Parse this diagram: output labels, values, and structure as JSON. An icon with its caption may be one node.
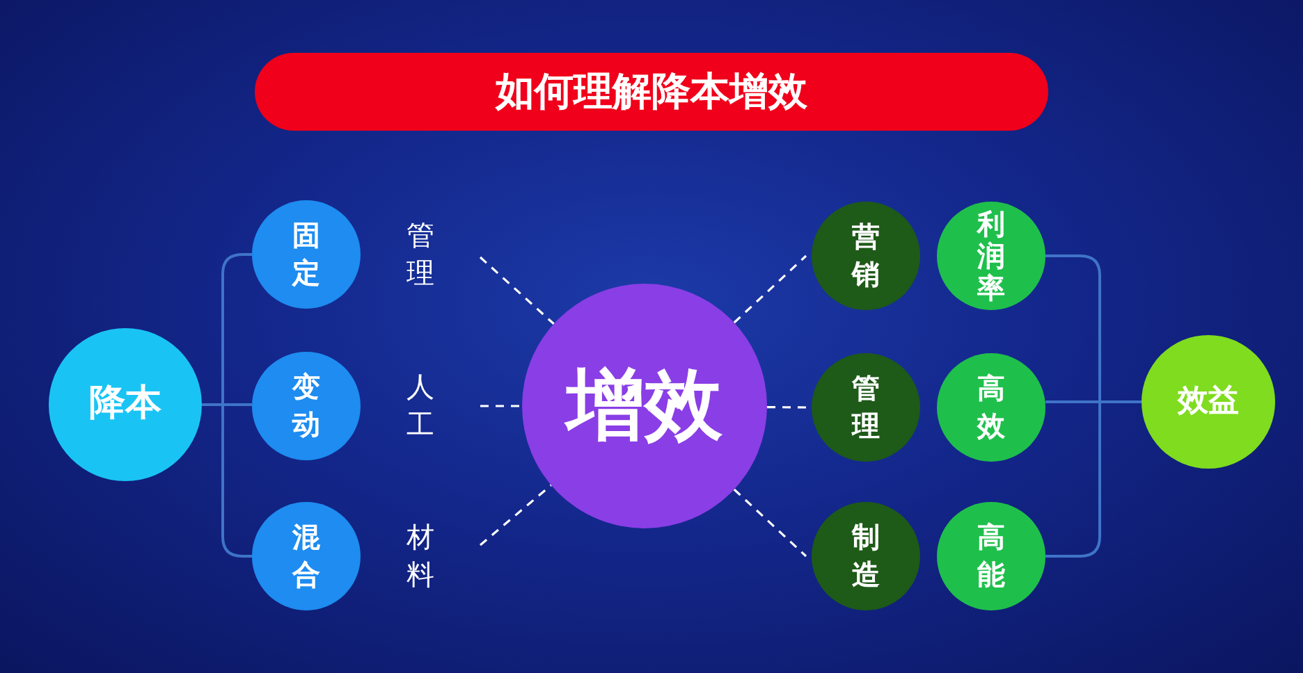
{
  "diagram": {
    "title": "如何理解降本增效",
    "nodes": [
      {
        "text": [
          "降本"
        ]
      },
      {
        "text": [
          "固定"
        ]
      },
      {
        "text": [
          "变动"
        ]
      },
      {
        "text": [
          "混合"
        ]
      },
      {
        "text": [
          "管理"
        ]
      },
      {
        "text": [
          "人工"
        ]
      },
      {
        "text": [
          "材料"
        ]
      },
      {
        "text": [
          "增效"
        ]
      },
      {
        "text": [
          "营销"
        ]
      },
      {
        "text": [
          "管理"
        ]
      },
      {
        "text": [
          "制造"
        ]
      },
      {
        "text": [
          "利润率"
        ]
      },
      {
        "text": [
          "高效"
        ]
      },
      {
        "text": [
          "高能"
        ]
      },
      {
        "text": [
          "效益"
        ]
      }
    ],
    "edges": [
      {
        "from": 0,
        "to": 1,
        "arrow": "none"
      },
      {
        "from": 0,
        "to": 2,
        "arrow": "none"
      },
      {
        "from": 0,
        "to": 3,
        "arrow": "none"
      },
      {
        "from": 4,
        "to": 7,
        "arrow": "none",
        "style": "dashed",
        "color": "#ffffff"
      },
      {
        "from": 5,
        "to": 7,
        "arrow": "none",
        "style": "dashed",
        "color": "#ffffff"
      },
      {
        "from": 6,
        "to": 7,
        "arrow": "none",
        "style": "dashed",
        "color": "#ffffff"
      },
      {
        "from": 7,
        "to": 8,
        "arrow": "none",
        "style": "dashed",
        "color": "#ffffff"
      },
      {
        "from": 7,
        "to": 9,
        "arrow": "none",
        "style": "dashed",
        "color": "#ffffff"
      },
      {
        "from": 7,
        "to": 10,
        "arrow": "none",
        "style": "dashed",
        "color": "#ffffff"
      },
      {
        "from": 11,
        "to": 14,
        "arrow": "none"
      },
      {
        "from": 12,
        "to": 14,
        "arrow": "none"
      },
      {
        "from": 13,
        "to": 14,
        "arrow": "none"
      }
    ]
  }
}
